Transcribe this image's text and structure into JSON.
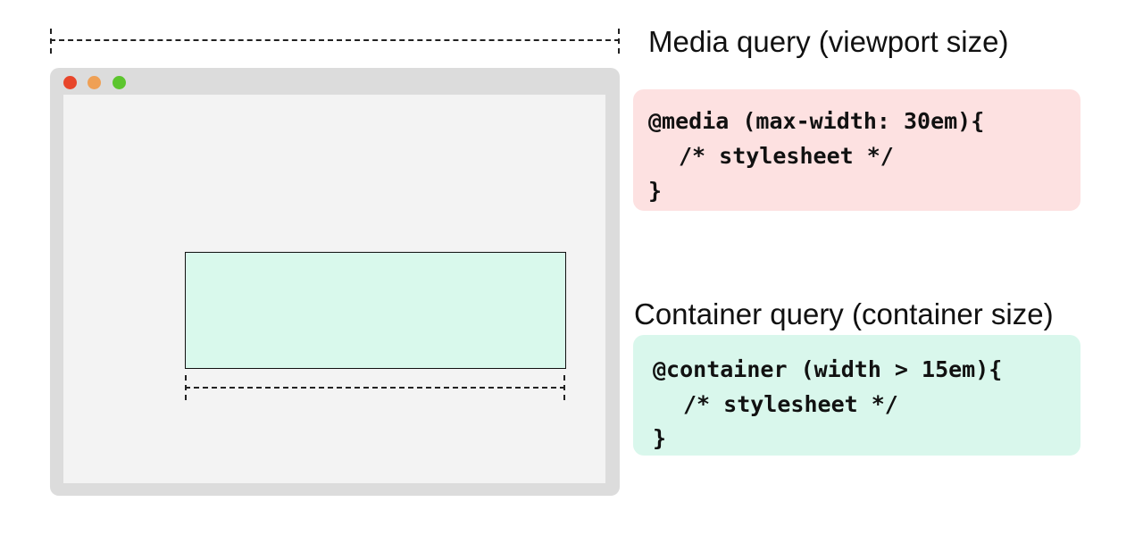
{
  "colors": {
    "media_box": "#fde1e1",
    "container_box": "#d9f7ec",
    "dot_red": "#e8462b",
    "dot_orange": "#efa055",
    "dot_green": "#5cc52e",
    "container_fill": "#d9f9ec"
  },
  "icons": {
    "window_controls": [
      "close-dot-icon",
      "minimize-dot-icon",
      "maximize-dot-icon"
    ]
  },
  "media_query": {
    "label": "Media query (viewport size)",
    "code": [
      "@media (max-width: 30em){",
      "/* stylesheet */",
      "}"
    ]
  },
  "container_query": {
    "label": "Container query (container size)",
    "code": [
      "@container (width > 15em){",
      "/* stylesheet */",
      "}"
    ]
  }
}
